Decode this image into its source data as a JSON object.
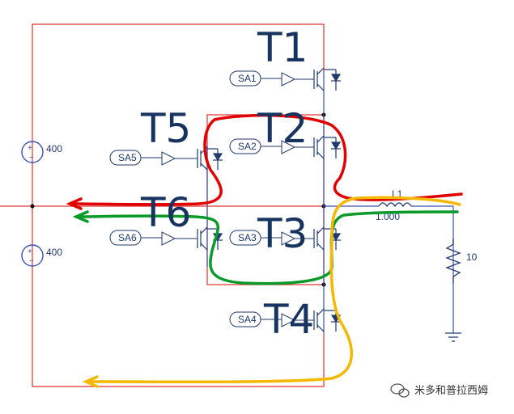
{
  "labels": {
    "t1": "T1",
    "t2": "T2",
    "t3": "T3",
    "t4": "T4",
    "t5": "T5",
    "t6": "T6"
  },
  "signals": {
    "sa1": "SA1",
    "sa2": "SA2",
    "sa3": "SA3",
    "sa4": "SA4",
    "sa5": "SA5",
    "sa6": "SA6"
  },
  "sources": {
    "upper": "400",
    "lower": "400"
  },
  "inductor": {
    "label": "L1",
    "value": "1.000"
  },
  "load": {
    "value": "10"
  },
  "watermark": {
    "text": "米多和普拉西姆"
  },
  "colors": {
    "wire_red": "#e03030",
    "wire_blue": "#3a4fb0",
    "path_red": "#e00000",
    "path_green": "#0a9a2a",
    "path_yellow": "#f5b800",
    "text": "#17335f"
  }
}
